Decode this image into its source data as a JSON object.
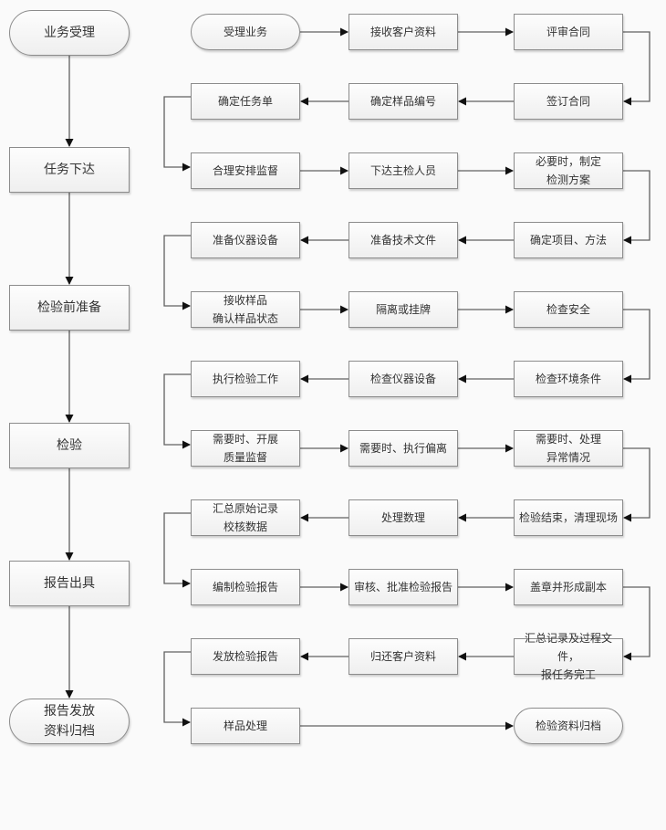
{
  "title": "检验工作流程图",
  "stages": [
    {
      "id": "s0",
      "label": "业务受理",
      "shape": "terminal"
    },
    {
      "id": "s1",
      "label": "任务下达",
      "shape": "process"
    },
    {
      "id": "s2",
      "label": "检验前准备",
      "shape": "process"
    },
    {
      "id": "s3",
      "label": "检验",
      "shape": "process"
    },
    {
      "id": "s4",
      "label": "报告出具",
      "shape": "process"
    },
    {
      "id": "s5",
      "label": "报告发放\n资料归档",
      "shape": "terminal"
    }
  ],
  "steps": [
    {
      "id": "r0a",
      "row": 0,
      "col": 0,
      "label": "受理业务",
      "shape": "terminal"
    },
    {
      "id": "r0b",
      "row": 0,
      "col": 1,
      "label": "接收客户资料",
      "shape": "process"
    },
    {
      "id": "r0c",
      "row": 0,
      "col": 2,
      "label": "评审合同",
      "shape": "process"
    },
    {
      "id": "r1c",
      "row": 1,
      "col": 2,
      "label": "签订合同",
      "shape": "process"
    },
    {
      "id": "r1b",
      "row": 1,
      "col": 1,
      "label": "确定样品编号",
      "shape": "process"
    },
    {
      "id": "r1a",
      "row": 1,
      "col": 0,
      "label": "确定任务单",
      "shape": "process"
    },
    {
      "id": "r2a",
      "row": 2,
      "col": 0,
      "label": "合理安排监督",
      "shape": "process"
    },
    {
      "id": "r2b",
      "row": 2,
      "col": 1,
      "label": "下达主检人员",
      "shape": "process"
    },
    {
      "id": "r2c",
      "row": 2,
      "col": 2,
      "label": "必要时，制定\n检测方案",
      "shape": "process"
    },
    {
      "id": "r3c",
      "row": 3,
      "col": 2,
      "label": "确定项目、方法",
      "shape": "process"
    },
    {
      "id": "r3b",
      "row": 3,
      "col": 1,
      "label": "准备技术文件",
      "shape": "process"
    },
    {
      "id": "r3a",
      "row": 3,
      "col": 0,
      "label": "准备仪器设备",
      "shape": "process"
    },
    {
      "id": "r4a",
      "row": 4,
      "col": 0,
      "label": "接收样品\n确认样品状态",
      "shape": "process"
    },
    {
      "id": "r4b",
      "row": 4,
      "col": 1,
      "label": "隔离或挂牌",
      "shape": "process"
    },
    {
      "id": "r4c",
      "row": 4,
      "col": 2,
      "label": "检查安全",
      "shape": "process"
    },
    {
      "id": "r5c",
      "row": 5,
      "col": 2,
      "label": "检查环境条件",
      "shape": "process"
    },
    {
      "id": "r5b",
      "row": 5,
      "col": 1,
      "label": "检查仪器设备",
      "shape": "process"
    },
    {
      "id": "r5a",
      "row": 5,
      "col": 0,
      "label": "执行检验工作",
      "shape": "process"
    },
    {
      "id": "r6a",
      "row": 6,
      "col": 0,
      "label": "需要时、开展\n质量监督",
      "shape": "process"
    },
    {
      "id": "r6b",
      "row": 6,
      "col": 1,
      "label": "需要时、执行偏离",
      "shape": "process"
    },
    {
      "id": "r6c",
      "row": 6,
      "col": 2,
      "label": "需要时、处理\n异常情况",
      "shape": "process"
    },
    {
      "id": "r7c",
      "row": 7,
      "col": 2,
      "label": "检验结束，清理现场",
      "shape": "process"
    },
    {
      "id": "r7b",
      "row": 7,
      "col": 1,
      "label": "处理数理",
      "shape": "process"
    },
    {
      "id": "r7a",
      "row": 7,
      "col": 0,
      "label": "汇总原始记录\n校核数据",
      "shape": "process"
    },
    {
      "id": "r8a",
      "row": 8,
      "col": 0,
      "label": "编制检验报告",
      "shape": "process"
    },
    {
      "id": "r8b",
      "row": 8,
      "col": 1,
      "label": "审核、批准检验报告",
      "shape": "process"
    },
    {
      "id": "r8c",
      "row": 8,
      "col": 2,
      "label": "盖章并形成副本",
      "shape": "process"
    },
    {
      "id": "r9c",
      "row": 9,
      "col": 2,
      "label": "汇总记录及过程文件，\n报任务完工",
      "shape": "process"
    },
    {
      "id": "r9b",
      "row": 9,
      "col": 1,
      "label": "归还客户资料",
      "shape": "process"
    },
    {
      "id": "r9a",
      "row": 9,
      "col": 0,
      "label": "发放检验报告",
      "shape": "process"
    },
    {
      "id": "r10a",
      "row": 10,
      "col": 0,
      "label": "样品处理",
      "shape": "process"
    },
    {
      "id": "r10c",
      "row": 10,
      "col": 2,
      "label": "检验资料归档",
      "shape": "terminal"
    }
  ],
  "stage_links": [
    [
      "s0",
      "s1"
    ],
    [
      "s1",
      "s2"
    ],
    [
      "s2",
      "s3"
    ],
    [
      "s3",
      "s4"
    ],
    [
      "s4",
      "s5"
    ]
  ],
  "step_links": [
    [
      "r0a",
      "r0b"
    ],
    [
      "r0b",
      "r0c"
    ],
    [
      "r0c",
      "r1c"
    ],
    [
      "r1c",
      "r1b"
    ],
    [
      "r1b",
      "r1a"
    ],
    [
      "r1a",
      "r2a"
    ],
    [
      "r2a",
      "r2b"
    ],
    [
      "r2b",
      "r2c"
    ],
    [
      "r2c",
      "r3c"
    ],
    [
      "r3c",
      "r3b"
    ],
    [
      "r3b",
      "r3a"
    ],
    [
      "r3a",
      "r4a"
    ],
    [
      "r4a",
      "r4b"
    ],
    [
      "r4b",
      "r4c"
    ],
    [
      "r4c",
      "r5c"
    ],
    [
      "r5c",
      "r5b"
    ],
    [
      "r5b",
      "r5a"
    ],
    [
      "r5a",
      "r6a"
    ],
    [
      "r6a",
      "r6b"
    ],
    [
      "r6b",
      "r6c"
    ],
    [
      "r6c",
      "r7c"
    ],
    [
      "r7c",
      "r7b"
    ],
    [
      "r7b",
      "r7a"
    ],
    [
      "r7a",
      "r8a"
    ],
    [
      "r8a",
      "r8b"
    ],
    [
      "r8b",
      "r8c"
    ],
    [
      "r8c",
      "r9c"
    ],
    [
      "r9c",
      "r9b"
    ],
    [
      "r9b",
      "r9a"
    ],
    [
      "r9a",
      "r10a"
    ],
    [
      "r10a",
      "r10c"
    ]
  ]
}
